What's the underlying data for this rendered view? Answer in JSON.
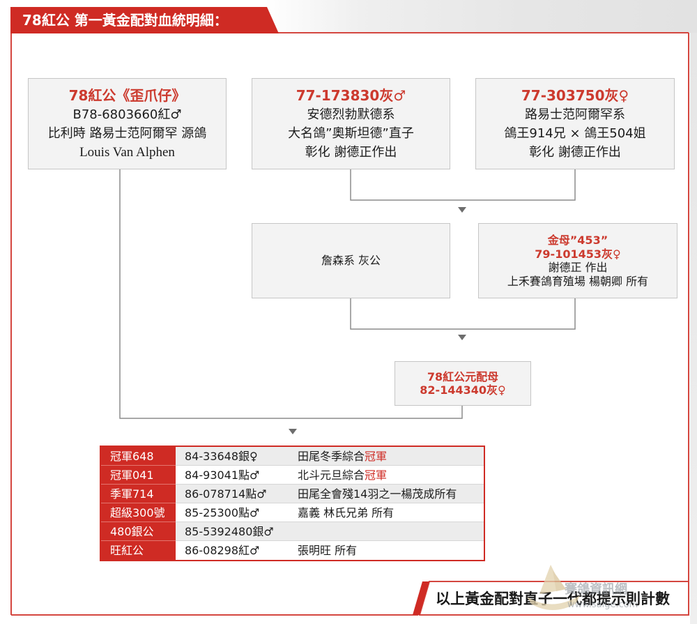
{
  "header": {
    "title": "78紅公 第一黃金配對血統明細："
  },
  "pedigree": {
    "cock": {
      "name": "78紅公《歪爪仔》",
      "ring": "B78-6803660紅♂",
      "lineage": "比利時 路易士范阿爾罕 源鴿",
      "origin": "Louis Van Alphen"
    },
    "great_grandsire": {
      "ring": "77-173830灰♂",
      "lineage": "安德烈勃默德系",
      "note": "大名鴿”奧斯坦德”直子",
      "breeder": "彰化 謝德正作出"
    },
    "great_granddam": {
      "ring": "77-303750灰♀",
      "lineage": "路易士范阿爾罕系",
      "note": "鴿王914兄 × 鴿王504姐",
      "breeder": "彰化 謝德正作出"
    },
    "grandsire": {
      "label": "詹森系 灰公"
    },
    "granddam": {
      "name": "金母”453”",
      "ring": "79-101453灰♀",
      "breeder": "謝德正 作出",
      "owner": "上禾賽鴿育殖場 楊朝卿 所有"
    },
    "hen": {
      "name": "78紅公元配母",
      "ring": "82-144340灰♀"
    }
  },
  "offspring": [
    {
      "title": "冠軍648",
      "ring": "84-33648銀♀",
      "note": "田尾冬季綜合",
      "highlight": "冠軍"
    },
    {
      "title": "冠軍041",
      "ring": "84-93041點♂",
      "note": "北斗元旦綜合",
      "highlight": "冠軍"
    },
    {
      "title": "季軍714",
      "ring": "86-078714點♂",
      "note": "田尾全會殘14羽之一楊茂成所有"
    },
    {
      "title": "超級300號",
      "ring": "85-25300點♂",
      "note": "嘉義 林氏兄弟 所有"
    },
    {
      "title": "480銀公",
      "ring": "85-5392480銀♂",
      "note": ""
    },
    {
      "title": "旺紅公",
      "ring": "86-08298紅♂",
      "note": "張明旺 所有"
    }
  ],
  "footer": {
    "note": "以上黃金配對直子一代都提示則計數"
  },
  "watermark": {
    "name": "賽鴿資訊網",
    "url": "www.saige.com"
  },
  "colors": {
    "accent": "#cf2b24",
    "heading_red": "#cc3a2e",
    "box_background": "#f3f3f3",
    "box_border": "#c6c6c6",
    "connector": "#8c8c8c",
    "text": "#1c1c1c"
  }
}
